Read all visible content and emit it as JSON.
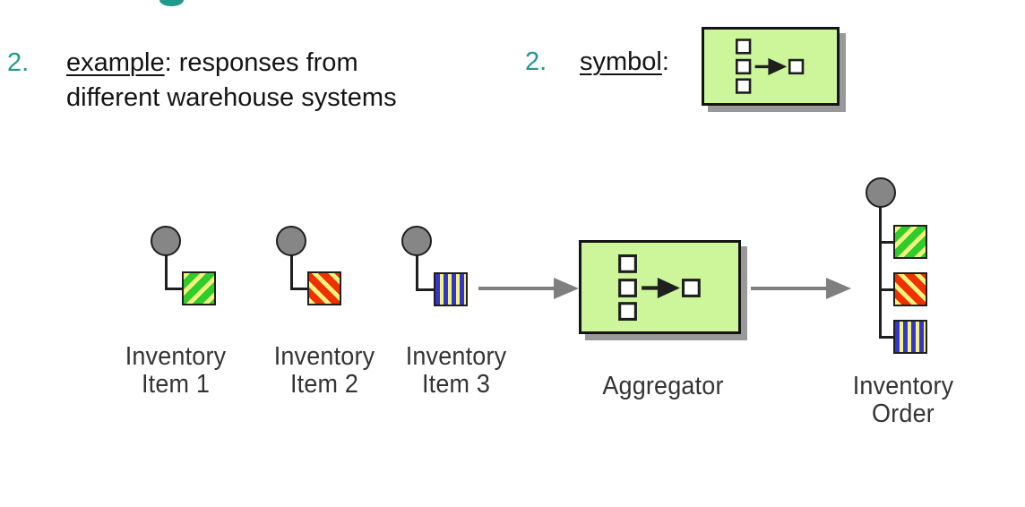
{
  "colors": {
    "teal": "#1f9a8b",
    "ink": "#141414",
    "boxfill": "#ccf699",
    "shadow": "#999999",
    "arrow": "#7f7f7f",
    "circlefill": "#868686",
    "line": "#1f1f1f",
    "label": "#343434",
    "yellow": "#f4f47c",
    "green": "#2ecc2c",
    "red": "#f03000",
    "blue": "#3434cf"
  },
  "bullets": {
    "example": {
      "number": "2.",
      "lead": "example",
      "rest": ": responses from",
      "line2": "different warehouse systems"
    },
    "symbol": {
      "number": "2.",
      "lead": "symbol",
      "colon": ":"
    }
  },
  "diagram": {
    "items": [
      {
        "line1": "Inventory",
        "line2": "Item 1",
        "pattern": "green-diagonal-stripes"
      },
      {
        "line1": "Inventory",
        "line2": "Item 2",
        "pattern": "red-diagonal-stripes"
      },
      {
        "line1": "Inventory",
        "line2": "Item 3",
        "pattern": "blue-vertical-stripes"
      }
    ],
    "aggregator": {
      "label": "Aggregator"
    },
    "order": {
      "line1": "Inventory",
      "line2": "Order"
    }
  }
}
